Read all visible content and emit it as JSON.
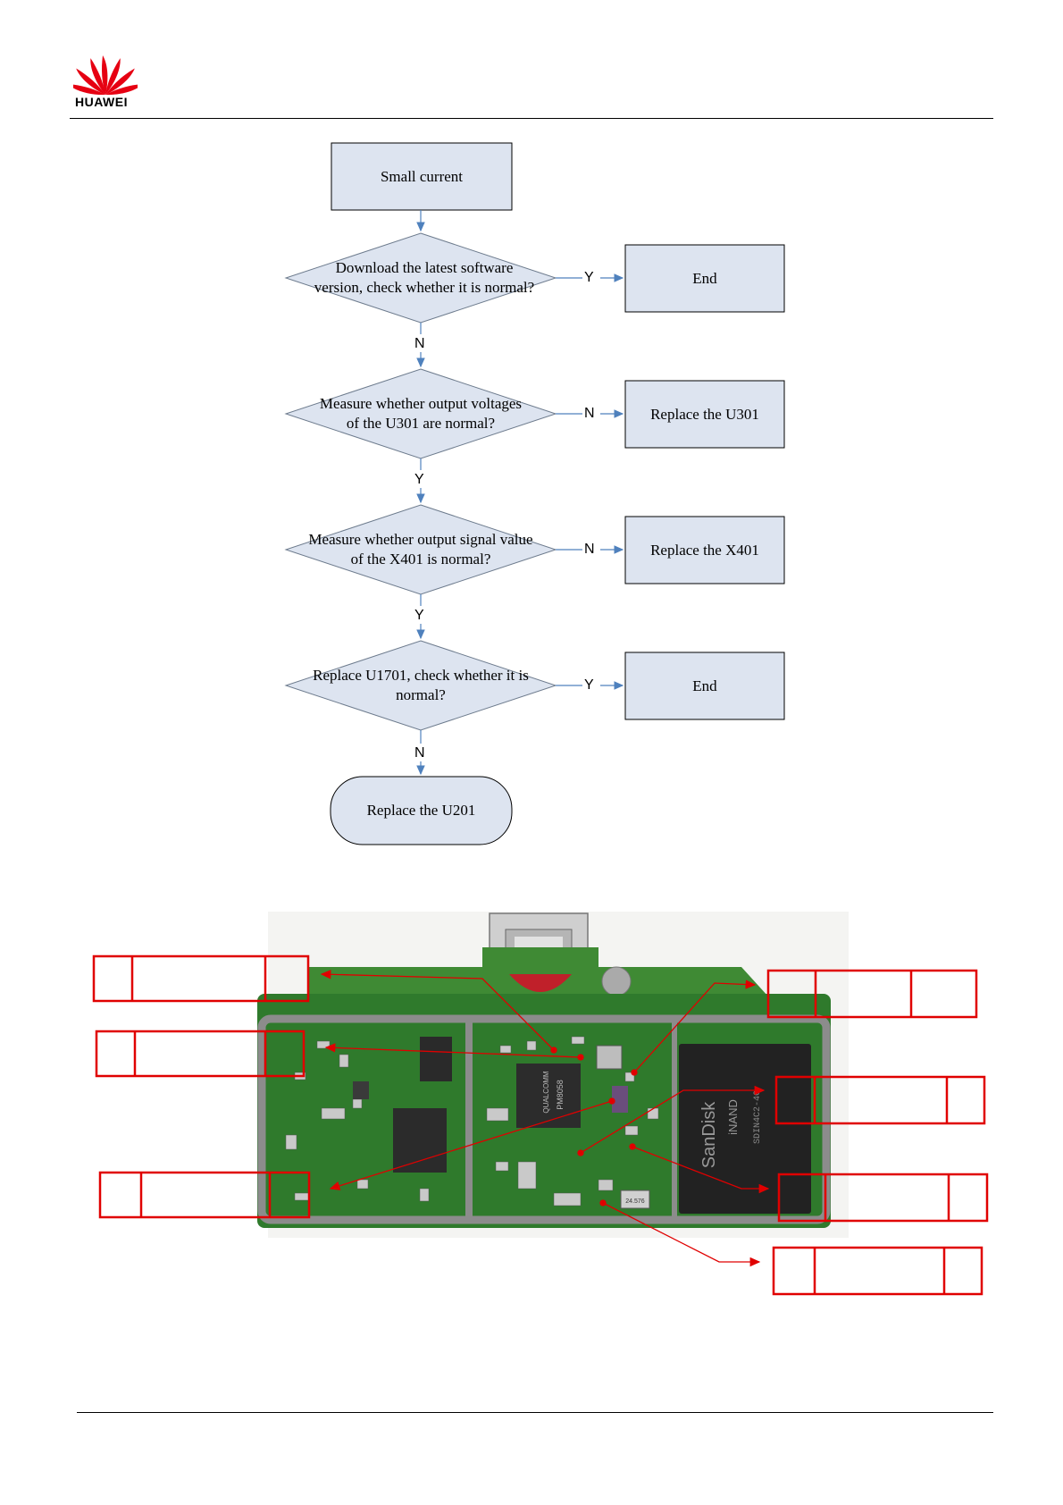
{
  "header": {
    "brand": "HUAWEI"
  },
  "flowchart": {
    "start": "Small current",
    "decisions": [
      {
        "text": "Download the latest software version, check whether it is normal?",
        "right_label": "Y",
        "right_result": "End",
        "down_label": "N"
      },
      {
        "text": "Measure whether output voltages of  the U301 are normal?",
        "right_label": "N",
        "right_result": "Replace the U301",
        "down_label": "Y"
      },
      {
        "text": "Measure whether output signal value of the X401 is normal?",
        "right_label": "N",
        "right_result": "Replace the X401",
        "down_label": "Y"
      },
      {
        "text": "Replace U1701, check whether it is normal?",
        "right_label": "Y",
        "right_result": "End",
        "down_label": "N"
      }
    ],
    "terminal": "Replace the U201"
  },
  "board": {
    "chip_markings": {
      "sandisk": "SanDisk",
      "inand": "iNAND",
      "sandisk_part": "SDIN4C2-4G",
      "qualcomm": "QUALCOMM",
      "pm_part": "PM8058",
      "crystal": "24.576"
    },
    "colors": {
      "pcb": "#2f7a2c",
      "shield": "#8c8c8c",
      "callout": "#e00000",
      "flow_line": "#4f81bd"
    }
  }
}
